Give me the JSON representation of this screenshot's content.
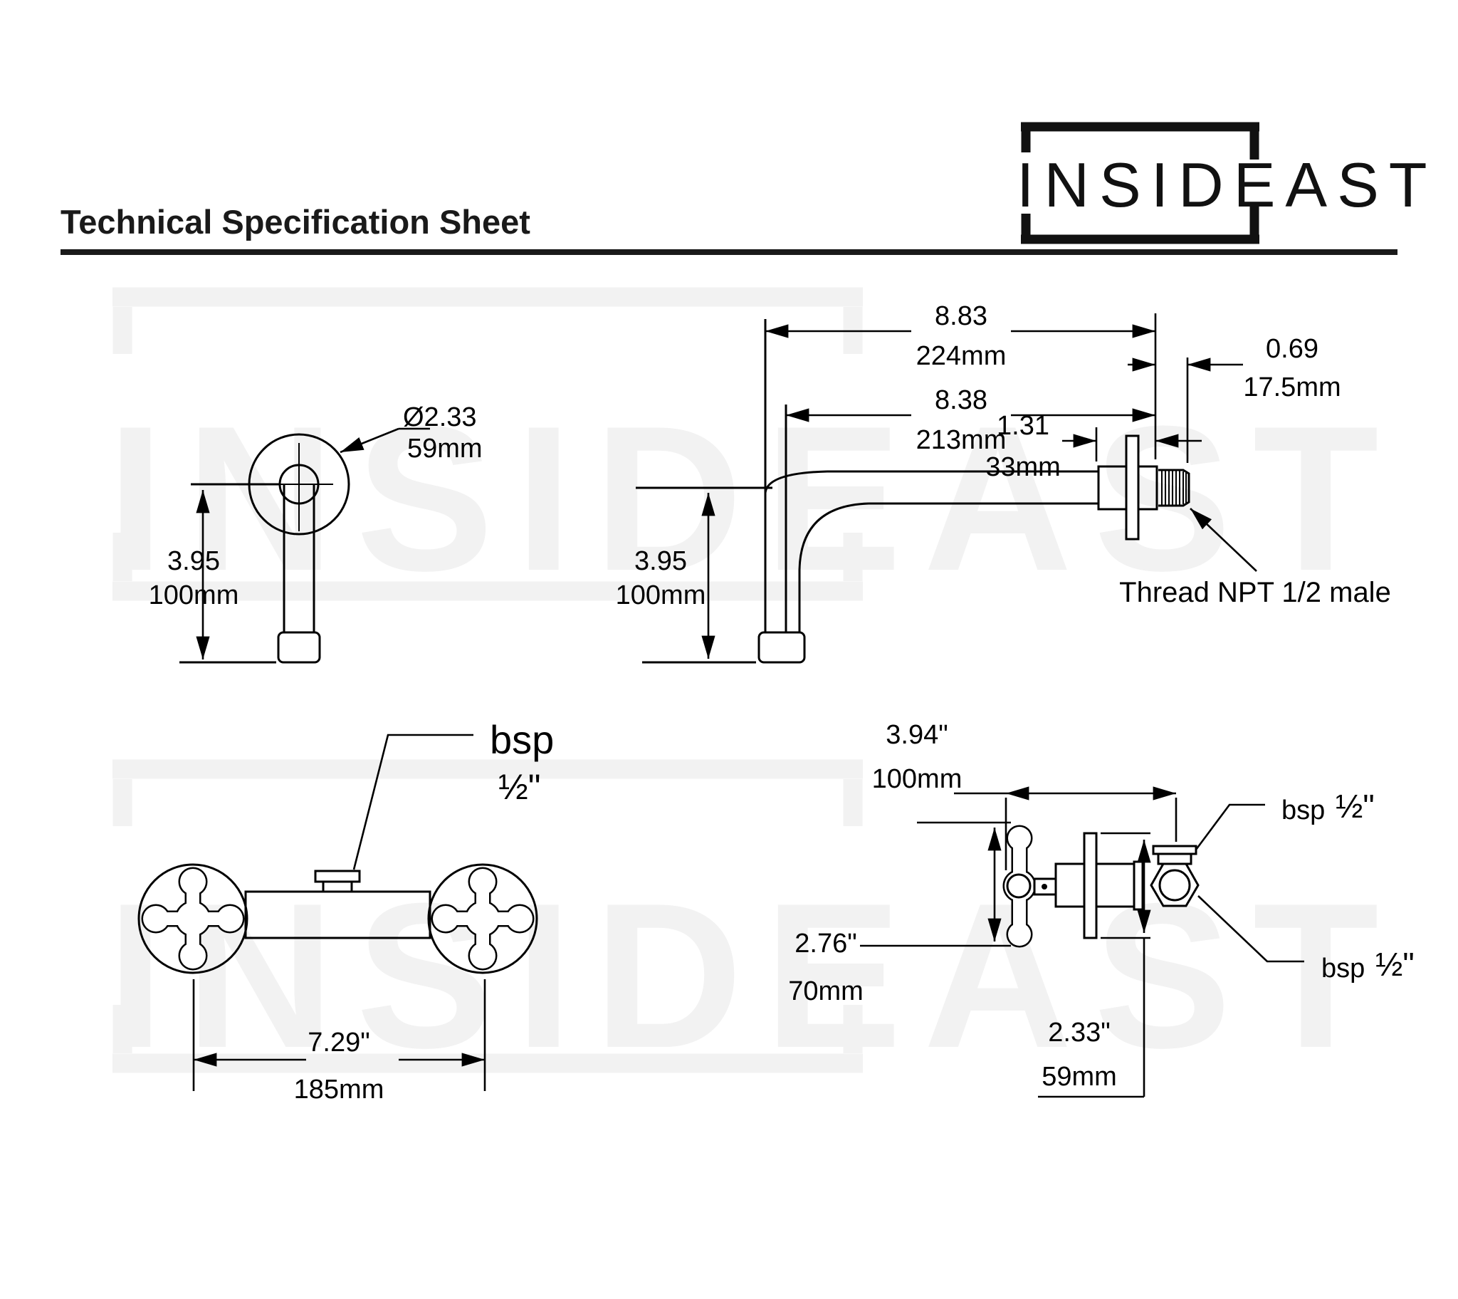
{
  "page": {
    "title": "Technical Specification Sheet",
    "brand": "INSIDEAST",
    "watermark": "INSIDEAST"
  },
  "spout_front": {
    "diameter_in": "Ø2.33",
    "diameter_mm": "59mm",
    "height_in": "3.95",
    "height_mm": "100mm"
  },
  "spout_side": {
    "reach_total_in": "8.83",
    "reach_total_mm": "224mm",
    "reach_in": "8.38",
    "reach_mm": "213mm",
    "thread_len_in": "0.69",
    "thread_len_mm": "17.5mm",
    "offset_in": "1.31",
    "offset_mm": "33mm",
    "height_in": "3.95",
    "height_mm": "100mm",
    "thread_note": "Thread NPT 1/2 male"
  },
  "valve_front": {
    "outlet_label": "bsp",
    "outlet_size": "½\"",
    "spacing_in": "7.29\"",
    "spacing_mm": "185mm"
  },
  "valve_side": {
    "depth_in": "3.94\"",
    "depth_mm": "100mm",
    "handle_in": "2.76\"",
    "handle_mm": "70mm",
    "flange_in": "2.33\"",
    "flange_mm": "59mm",
    "outlet_top_label": "bsp",
    "outlet_top_size": "½\"",
    "outlet_bottom_label": "bsp",
    "outlet_bottom_size": "½\""
  }
}
